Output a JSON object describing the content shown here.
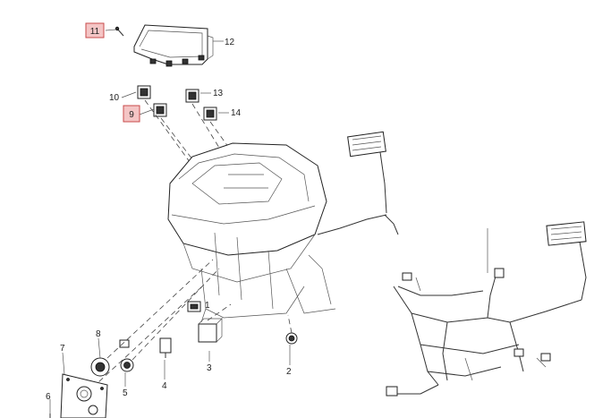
{
  "callouts": {
    "c1": "1",
    "c2": "2",
    "c3": "3",
    "c4": "4",
    "c5": "5",
    "c6": "6",
    "c7": "7",
    "c8": "8",
    "c9": "9",
    "c10": "10",
    "c11": "11",
    "c12": "12",
    "c13": "13",
    "c14": "14"
  },
  "highlighted_callouts": [
    "9",
    "11"
  ],
  "colors": {
    "highlight_fill": "#f4c5c5",
    "highlight_stroke": "#c84a4a",
    "line": "#333333"
  }
}
